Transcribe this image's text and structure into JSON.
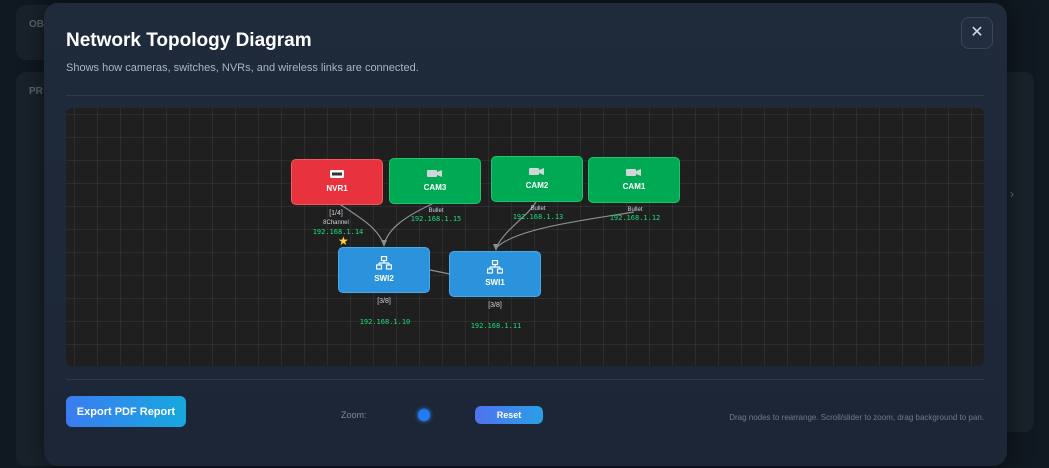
{
  "background": {
    "label_top": "OB",
    "label_mid": "PR",
    "chevron": "›"
  },
  "modal": {
    "title": "Network Topology Diagram",
    "subtitle": "Shows how cameras, switches, NVRs, and wireless links are connected.",
    "close_label": "✕"
  },
  "nodes": {
    "nvr1": {
      "label": "NVR1",
      "port": "[1/4]",
      "type": "8Channel",
      "ip": "192.168.1.14",
      "icon": "nvr-icon",
      "color": "#e8323d"
    },
    "cam3": {
      "label": "CAM3",
      "type": "Bullet",
      "ip": "192.168.1.15",
      "icon": "camera-icon",
      "color": "#00aa55"
    },
    "cam2": {
      "label": "CAM2",
      "type": "Bullet",
      "ip": "192.168.1.13",
      "icon": "camera-icon",
      "color": "#00aa55"
    },
    "cam1": {
      "label": "CAM1",
      "type": "Bullet",
      "ip": "192.168.1.12",
      "icon": "camera-icon",
      "color": "#00aa55"
    },
    "swi2": {
      "label": "SWI2",
      "port": "[3/8]",
      "ip": "192.168.1.10",
      "icon": "switch-icon",
      "color": "#2b92dc"
    },
    "swi1": {
      "label": "SWI1",
      "port": "[3/8]",
      "ip": "192.168.1.11",
      "icon": "switch-icon",
      "color": "#2b92dc"
    }
  },
  "star_icon": "star-icon",
  "footer": {
    "export_label": "Export PDF Report",
    "zoom_label": "Zoom:",
    "reset_label": "Reset",
    "hint": "Drag nodes to rearrange. Scroll/slider to zoom, drag background to pan."
  }
}
